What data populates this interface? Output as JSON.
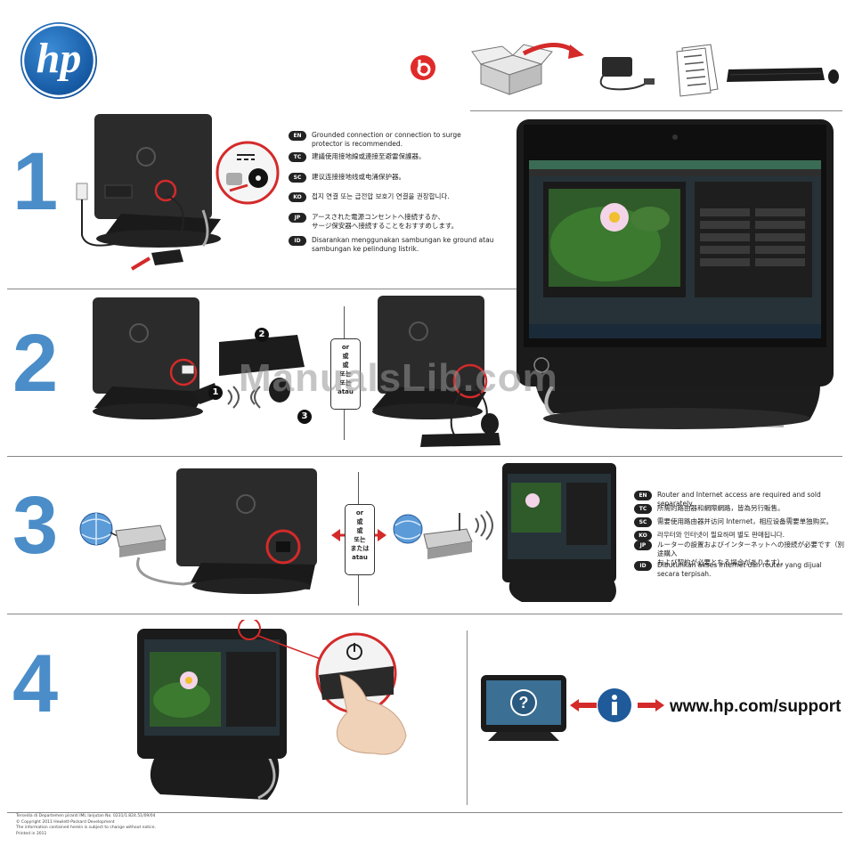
{
  "brand": {
    "logo_text": "hp",
    "beats_logo": "beats-logo"
  },
  "steps": [
    {
      "number": "1"
    },
    {
      "number": "2",
      "marker_1": "1",
      "marker_2": "2",
      "marker_3": "3"
    },
    {
      "number": "3"
    },
    {
      "number": "4"
    }
  ],
  "step1_languages": [
    {
      "code": "EN",
      "text": "Grounded connection or connection to surge\nprotector is recommended."
    },
    {
      "code": "TC",
      "text": "建議使用接地線或連接至避雷保護器。"
    },
    {
      "code": "SC",
      "text": "建议连接接地线或电涌保护器。"
    },
    {
      "code": "KO",
      "text": "접지 연결 또는 급전압 보호기 연결을 권장합니다."
    },
    {
      "code": "JP",
      "text": "アースされた電源コンセントへ接続するか、\nサージ保安器へ接続することをおすすめします。"
    },
    {
      "code": "ID",
      "text": "Disarankan menggunakan sambungan ke ground atau\nsambungan ke pelindung listrik."
    }
  ],
  "step3_languages": [
    {
      "code": "EN",
      "text": "Router and Internet access are required and sold separately."
    },
    {
      "code": "TC",
      "text": "所需的路由器和網際網路，皆為另行販售。"
    },
    {
      "code": "SC",
      "text": "需要使用路由器并访问 Internet，相应设备需要单独购买。"
    },
    {
      "code": "KO",
      "text": "라우터와 인터넷이 필요하며 별도 판매됩니다."
    },
    {
      "code": "JP",
      "text": "ルーターの設置およびインターネットへの接続が必要です（別途購入\nおよび契約が必要となる場合があります）。"
    },
    {
      "code": "ID",
      "text": "Dibutuhkan akses Internet dan router yang dijual secara terpisah."
    }
  ],
  "or_box": "or\n或\n或\n또는\n또는\natau",
  "or_box_3": "or\n或\n或\n또는\nまたは\natau",
  "support_url": "www.hp.com/support",
  "watermark": "ManualsLib.com",
  "footer": "Tersedia di Departemen piranti IML lanjutan No. 0231/1.824.51/09/04\n© Copyright 2011 Hewlett-Packard Development\nThe information contained herein is subject to change without notice.\nPrinted in 2011",
  "colors": {
    "step_blue": "#4a8dc8",
    "hp_blue": "#1f6fb5",
    "callout_red": "#d42a2a",
    "beats_red": "#e02a2a"
  }
}
